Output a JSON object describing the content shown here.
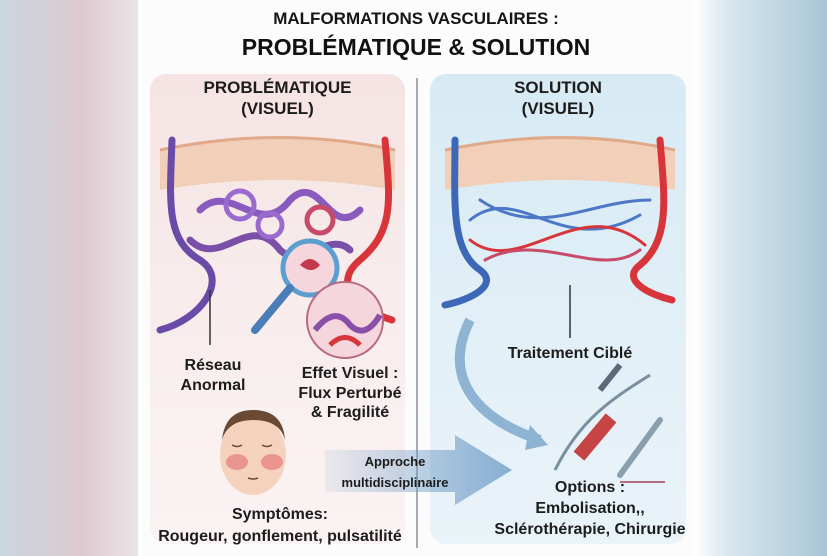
{
  "title": {
    "line1": "MALFORMATIONS VASCULAIRES :",
    "line2": "PROBLÉMATIQUE & SOLUTION"
  },
  "left_panel": {
    "heading_line1": "PROBLÉMATIQUE",
    "heading_line2": "(VISUEL)",
    "label_network_line1": "Réseau",
    "label_network_line2": "Anormal",
    "label_effect_line1": "Effet Visuel :",
    "label_effect_line2": "Flux Perturbé",
    "label_effect_line3": "& Fragilité",
    "symptoms_title": "Symptômes:",
    "symptoms_text": "Rougeur, gonflement, pulsatilité"
  },
  "arrow": {
    "line1": "Approche",
    "line2": "multidisciplinaire"
  },
  "right_panel": {
    "heading_line1": "SOLUTION",
    "heading_line2": "(VISUEL)",
    "label_treatment": "Traitement Ciblé",
    "options_title": "Options :",
    "options_line1": "Embolisation,,",
    "options_line2": "Sclérothérapie, Chirurgie"
  },
  "colors": {
    "artery": "#d8353b",
    "vein": "#3d68b8",
    "malformation": "#7a4fa8",
    "arrow": "#6f9cc6"
  }
}
